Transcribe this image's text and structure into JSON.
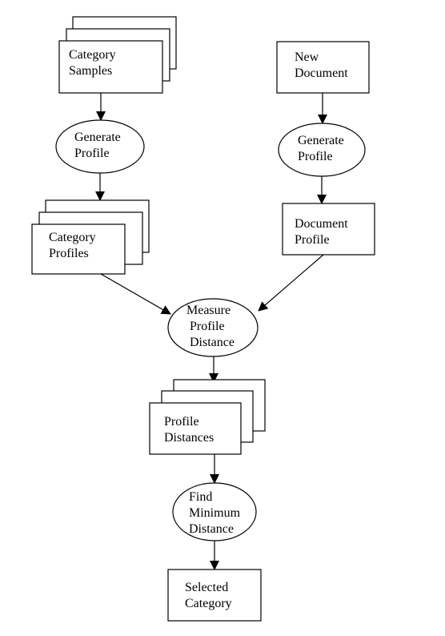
{
  "nodes": {
    "category_samples": {
      "lines": [
        "Category",
        "Samples"
      ]
    },
    "generate_profile_left": {
      "lines": [
        "Generate",
        "Profile"
      ]
    },
    "category_profiles": {
      "lines": [
        "Category",
        "Profiles"
      ]
    },
    "new_document": {
      "lines": [
        "New",
        "Document"
      ]
    },
    "generate_profile_right": {
      "lines": [
        "Generate",
        "Profile"
      ]
    },
    "document_profile": {
      "lines": [
        "Document",
        "Profile"
      ]
    },
    "measure_profile_distance": {
      "lines": [
        "Measure",
        "Profile",
        "Distance"
      ]
    },
    "profile_distances": {
      "lines": [
        "Profile",
        "Distances"
      ]
    },
    "find_minimum_distance": {
      "lines": [
        "Find",
        "Minimum",
        "Distance"
      ]
    },
    "selected_category": {
      "lines": [
        "Selected",
        "Category"
      ]
    }
  },
  "colors": {
    "stroke": "#000000",
    "fill": "#ffffff",
    "text": "#000000"
  }
}
